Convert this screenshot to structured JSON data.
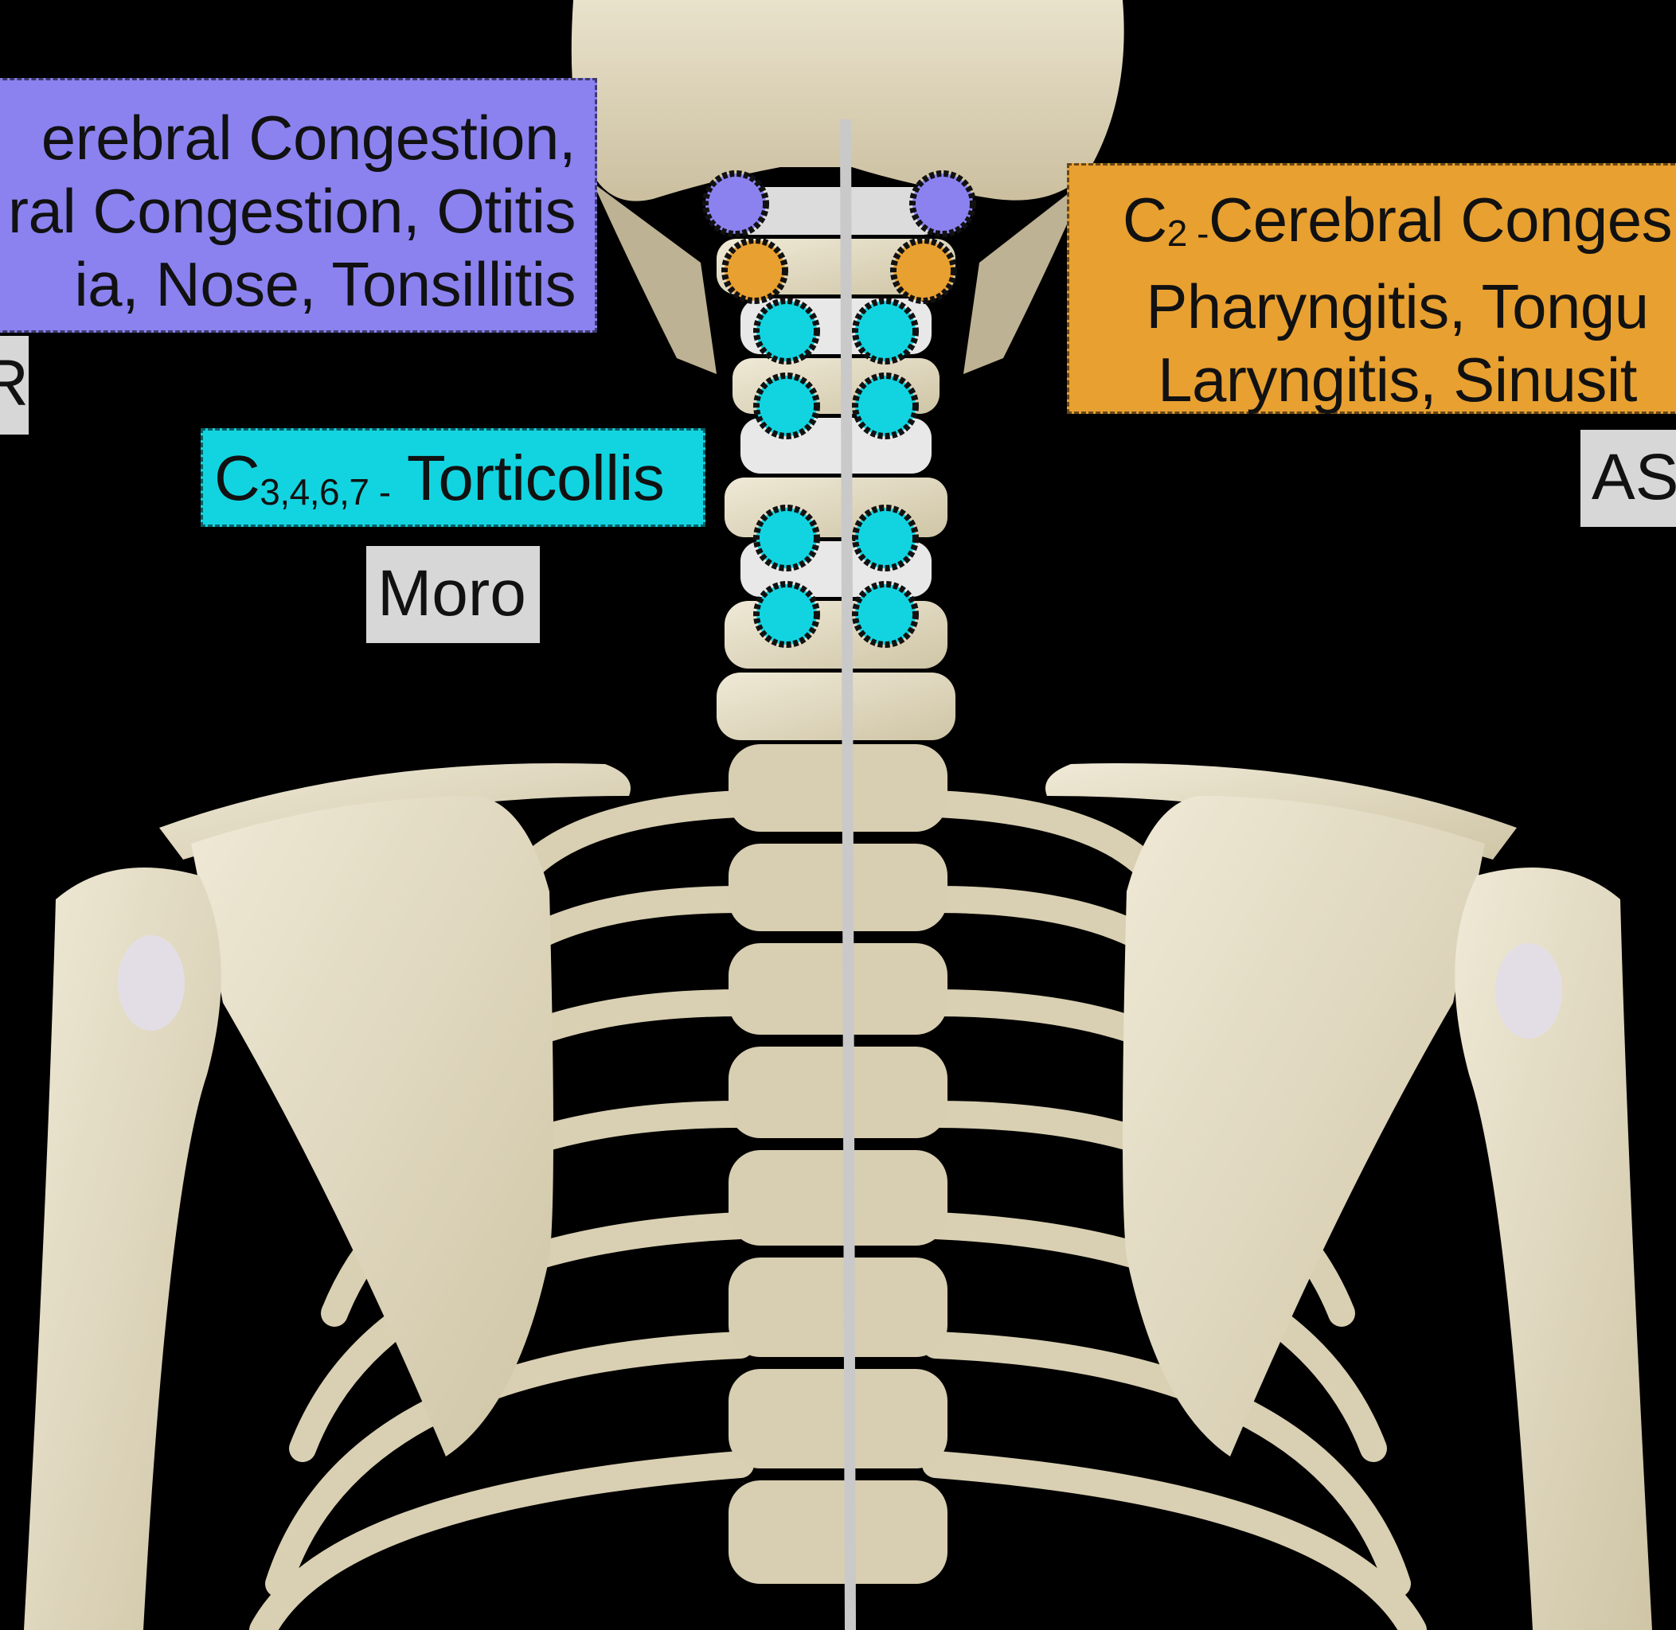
{
  "colors": {
    "background": "#000000",
    "c1_purple": "#8b82f0",
    "c2_orange": "#e8a030",
    "c3467_cyan": "#12d4e0",
    "reflex_gray": "#d7d7d7",
    "bone": "#e4dcc2"
  },
  "labels": {
    "c1": {
      "lines": [
        "erebral Congestion,",
        "ral Congestion, Otitis",
        "ia, Nose, Tonsillitis"
      ]
    },
    "c2": {
      "prefix": "C",
      "sub": "2 -",
      "lines": [
        "Cerebral Conges",
        "Pharyngitis, Tongu",
        "Laryngitis, Sinusit"
      ]
    },
    "c3467": {
      "prefix": "C",
      "sub": "3,4,6,7 -",
      "text": " Torticollis"
    }
  },
  "reflexes": {
    "c1": "R",
    "c3467": "Moro",
    "c2": "AS"
  },
  "markers": [
    {
      "group": "c1",
      "color": "purple"
    },
    {
      "group": "c1",
      "color": "purple"
    },
    {
      "group": "c2",
      "color": "orange"
    },
    {
      "group": "c2",
      "color": "orange"
    },
    {
      "group": "c3467",
      "color": "cyan"
    },
    {
      "group": "c3467",
      "color": "cyan"
    },
    {
      "group": "c3467",
      "color": "cyan"
    },
    {
      "group": "c3467",
      "color": "cyan"
    },
    {
      "group": "c3467",
      "color": "cyan"
    },
    {
      "group": "c3467",
      "color": "cyan"
    },
    {
      "group": "c3467",
      "color": "cyan"
    },
    {
      "group": "c3467",
      "color": "cyan"
    }
  ]
}
